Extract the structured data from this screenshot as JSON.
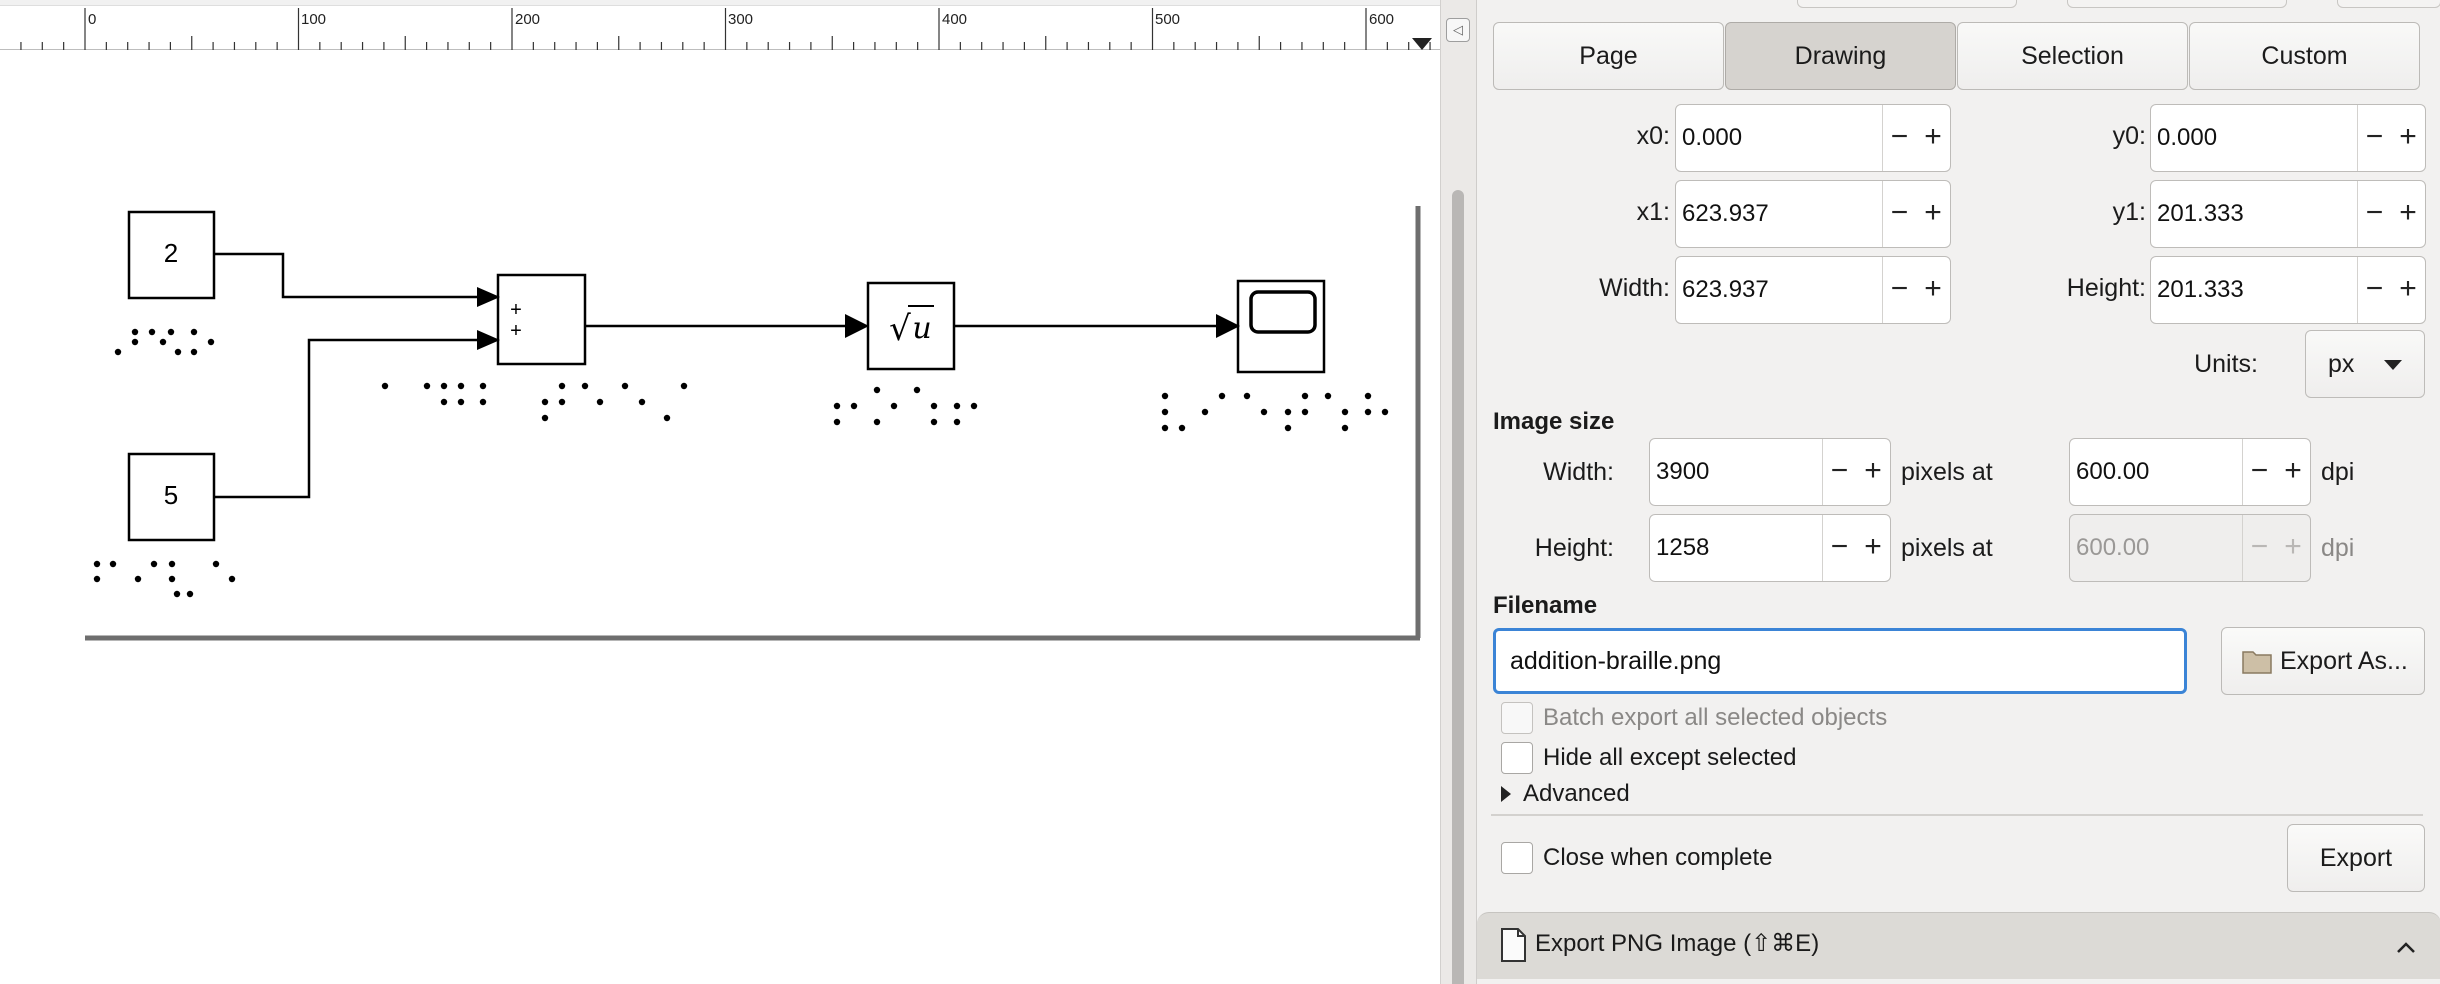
{
  "ruler": {
    "labels": [
      "0",
      "100",
      "200",
      "300",
      "400",
      "500",
      "600"
    ]
  },
  "drawing": {
    "constant_a": "2",
    "constant_b": "5",
    "sum_signs": [
      "+",
      "+"
    ],
    "sqrt_symbol": "√",
    "sqrt_var": "u"
  },
  "tabs": [
    {
      "label": "Page",
      "active": false
    },
    {
      "label": "Drawing",
      "active": true
    },
    {
      "label": "Selection",
      "active": false
    },
    {
      "label": "Custom",
      "active": false
    }
  ],
  "area": {
    "x0": {
      "label": "x0:",
      "value": "0.000"
    },
    "y0": {
      "label": "y0:",
      "value": "0.000"
    },
    "x1": {
      "label": "x1:",
      "value": "623.937"
    },
    "y1": {
      "label": "y1:",
      "value": "201.333"
    },
    "width": {
      "label": "Width:",
      "value": "623.937"
    },
    "height": {
      "label": "Height:",
      "value": "201.333"
    },
    "units_label": "Units:",
    "units_value": "px"
  },
  "image_size": {
    "title": "Image size",
    "width_label": "Width:",
    "width_value": "3900",
    "height_label": "Height:",
    "height_value": "1258",
    "pixels_at": "pixels at",
    "dpi_x": "600.00",
    "dpi_y": "600.00",
    "dpi_unit": "dpi"
  },
  "filename": {
    "title": "Filename",
    "value": "addition-braille.png",
    "export_as": "Export As..."
  },
  "options": {
    "batch_export": "Batch export all selected objects",
    "hide_except": "Hide all except selected",
    "advanced": "Advanced",
    "close_when_complete": "Close when complete",
    "export": "Export"
  },
  "footer": {
    "title": "Export PNG Image (⇧⌘E)"
  },
  "spin_minus": "−",
  "spin_plus": "+",
  "colors": {
    "focus": "#3b84d6",
    "active_tab": "#d6d3cf",
    "panel_bg": "#f2f1f0"
  }
}
